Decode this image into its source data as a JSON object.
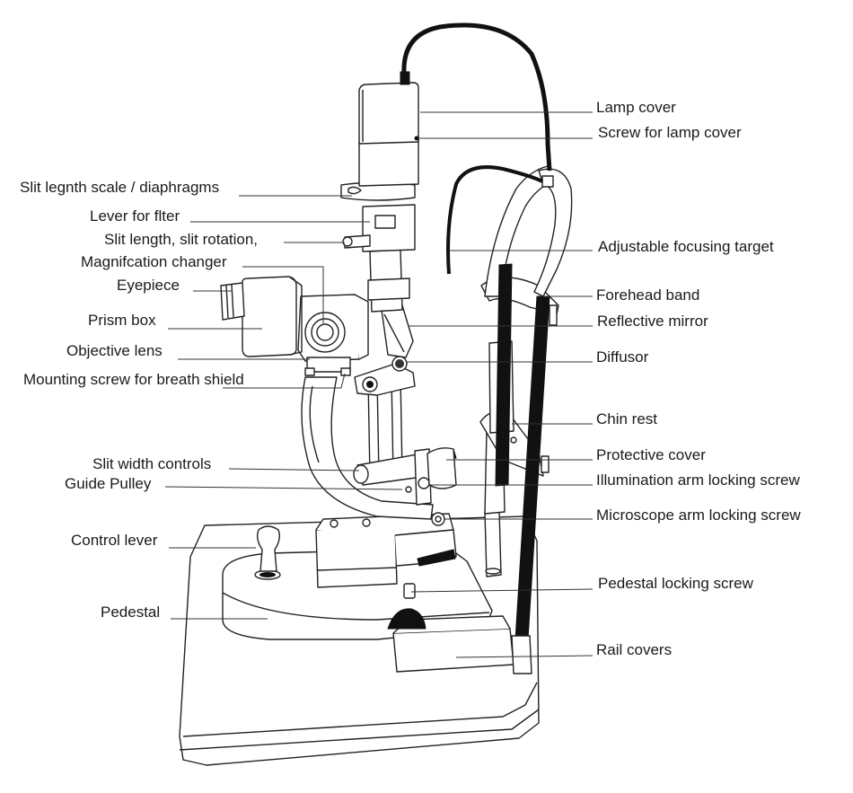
{
  "labels_left": [
    {
      "id": "slit-length-scale",
      "text": "Slit legnth scale / diaphragms"
    },
    {
      "id": "lever-filter",
      "text": "Lever for flter"
    },
    {
      "id": "slit-length-rotation",
      "text": "Slit length, slit rotation,"
    },
    {
      "id": "magnification-changer",
      "text": "Magnifcation changer"
    },
    {
      "id": "eyepiece",
      "text": "Eyepiece"
    },
    {
      "id": "prism-box",
      "text": "Prism box"
    },
    {
      "id": "objective-lens",
      "text": "Objective lens"
    },
    {
      "id": "mounting-screw",
      "text": "Mounting screw for breath shield"
    },
    {
      "id": "slit-width-controls",
      "text": "Slit width controls"
    },
    {
      "id": "guide-pulley",
      "text": "Guide Pulley"
    },
    {
      "id": "control-lever",
      "text": "Control lever"
    },
    {
      "id": "pedestal",
      "text": "Pedestal"
    }
  ],
  "labels_right": [
    {
      "id": "lamp-cover",
      "text": "Lamp cover"
    },
    {
      "id": "screw-lamp-cover",
      "text": "Screw for lamp cover"
    },
    {
      "id": "adjustable-focusing-target",
      "text": "Adjustable focusing target"
    },
    {
      "id": "forehead-band",
      "text": "Forehead band"
    },
    {
      "id": "reflective-mirror",
      "text": "Reflective mirror"
    },
    {
      "id": "diffusor",
      "text": "Diffusor"
    },
    {
      "id": "chin-rest",
      "text": "Chin rest"
    },
    {
      "id": "protective-cover",
      "text": "Protective cover"
    },
    {
      "id": "illumination-arm-locking-screw",
      "text": "Illumination arm locking screw"
    },
    {
      "id": "microscope-arm-locking-screw",
      "text": "Microscope arm locking screw"
    },
    {
      "id": "pedestal-locking-screw",
      "text": "Pedestal locking screw"
    },
    {
      "id": "rail-covers",
      "text": "Rail covers"
    }
  ],
  "colors": {
    "line": "#222222",
    "text": "#1a1a1a",
    "cable": "#111111",
    "background": "#ffffff"
  }
}
